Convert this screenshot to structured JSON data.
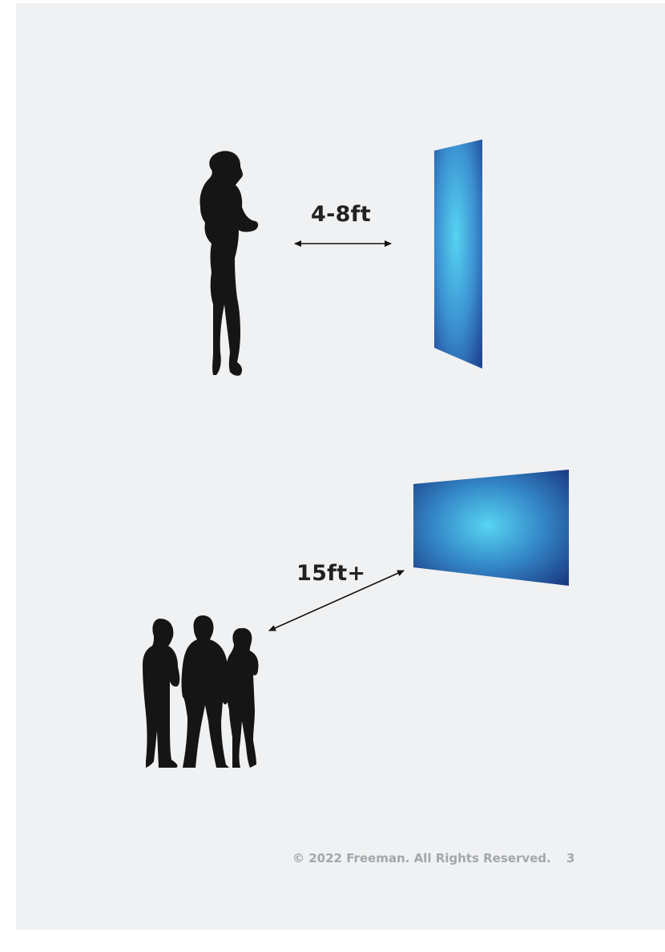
{
  "diagram": {
    "near_viewing": {
      "distance_label": "4-8ft",
      "viewer_icon": "standing-woman-silhouette-icon",
      "screen_icon": "vertical-led-panel"
    },
    "far_viewing": {
      "distance_label": "15ft+",
      "viewer_icon": "group-of-people-silhouette-icon",
      "screen_icon": "horizontal-led-wall"
    }
  },
  "footer": {
    "copyright": "© 2022 Freeman. All Rights Reserved.",
    "page_number": "3"
  },
  "colors": {
    "background": "#f0f1f2",
    "silhouette": "#151515",
    "screen_center": "#57d4f2",
    "screen_edge": "#1b3b84",
    "footer_text": "#a3a7ab"
  }
}
